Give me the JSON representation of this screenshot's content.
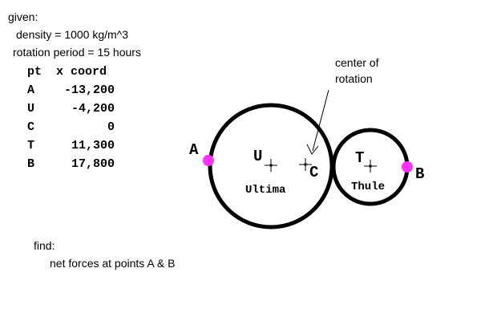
{
  "given": {
    "heading": "given:",
    "density": "density = 1000 kg/m^3",
    "rotation": "rotation period = 15 hours"
  },
  "table": {
    "header_pt": "pt",
    "header_x": "x coord",
    "rows": [
      {
        "pt": "A",
        "x": "-13,200"
      },
      {
        "pt": "U",
        "x": "-4,200"
      },
      {
        "pt": "C",
        "x": "0"
      },
      {
        "pt": "T",
        "x": "11,300"
      },
      {
        "pt": "B",
        "x": "17,800"
      }
    ]
  },
  "diagram": {
    "center_label_line1": "center of",
    "center_label_line2": "rotation",
    "point_a": "A",
    "point_b": "B",
    "point_u": "U",
    "point_c": "C",
    "point_t": "T",
    "body_ultima": "Ultima",
    "body_thule": "Thule",
    "marker_color": "#ff33ff"
  },
  "find": {
    "heading": "find:",
    "text": "net forces  at points A & B"
  }
}
